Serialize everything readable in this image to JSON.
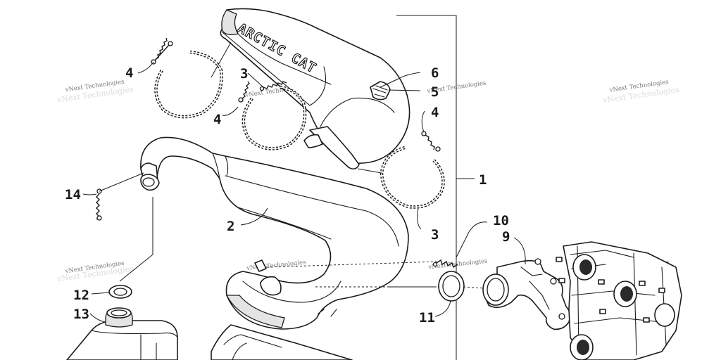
{
  "diagram": {
    "brand_text": "ARCTIC CAT",
    "watermark_text": "vNext Technologies",
    "callouts": [
      {
        "id": "c1",
        "label": "1"
      },
      {
        "id": "c2",
        "label": "2"
      },
      {
        "id": "c3a",
        "label": "3"
      },
      {
        "id": "c3b",
        "label": "3"
      },
      {
        "id": "c4a",
        "label": "4"
      },
      {
        "id": "c4b",
        "label": "4"
      },
      {
        "id": "c4c",
        "label": "4"
      },
      {
        "id": "c5",
        "label": "5"
      },
      {
        "id": "c6",
        "label": "6"
      },
      {
        "id": "c9",
        "label": "9"
      },
      {
        "id": "c10",
        "label": "10"
      },
      {
        "id": "c11",
        "label": "11"
      },
      {
        "id": "c12",
        "label": "12"
      },
      {
        "id": "c13",
        "label": "13"
      },
      {
        "id": "c14",
        "label": "14"
      }
    ]
  }
}
